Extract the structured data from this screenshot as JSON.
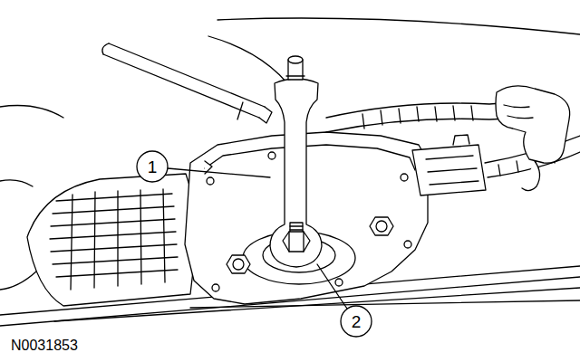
{
  "diagram": {
    "labels": [
      "1",
      "2",
      "N0031853"
    ]
  }
}
